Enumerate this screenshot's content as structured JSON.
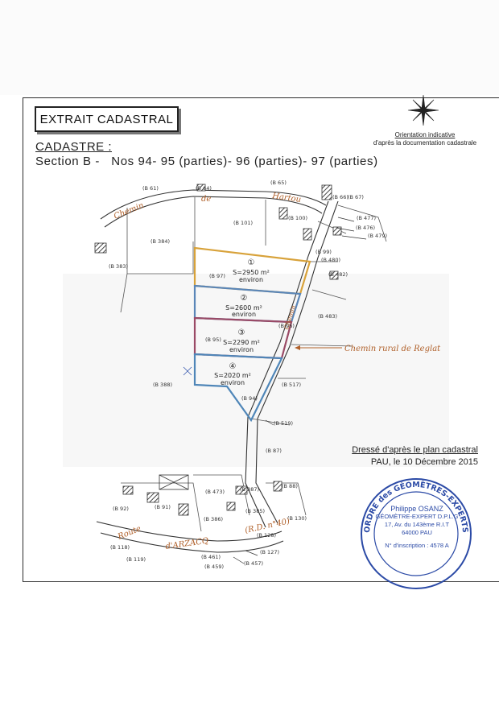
{
  "header": {
    "title": "EXTRAIT CADASTRAL",
    "cadastre_label": "CADASTRE :",
    "section_line": "Section B -   Nos 94- 95 (parties)- 96 (parties)- 97 (parties)",
    "orientation_line1": "Orientation indicative",
    "orientation_line2": "d'après la documentation cadastrale"
  },
  "lots": [
    {
      "number": "①",
      "area": "S=2950 m²",
      "approx": "environ",
      "color": "#d8a23a"
    },
    {
      "number": "②",
      "area": "S=2600 m²",
      "approx": "environ",
      "color": "#5a86b8"
    },
    {
      "number": "③",
      "area": "S=2290 m²",
      "approx": "environ",
      "color": "#9a4a66"
    },
    {
      "number": "④",
      "area": "S=2020 m²",
      "approx": "environ",
      "color": "#4f86b8"
    }
  ],
  "parcel_labels": [
    "(B 61)",
    "(B 64)",
    "(B 65)",
    "(B 66)",
    "(B 67)",
    "(B 101)",
    "(B 100)",
    "(B 477)",
    "(B 476)",
    "(B 479)",
    "(B 384)",
    "(B 99)",
    "(B 480)",
    "(B 383)",
    "(B 97)",
    "(B 482)",
    "(B 483)",
    "(B 96)",
    "(B 95)",
    "(B 388)",
    "(B 517)",
    "(B 94)",
    "(B 519)",
    "(B 87)",
    "(B 473)",
    "(B 387)",
    "(B 88)",
    "(B 92)",
    "(B 91)",
    "(B 386)",
    "(B 385)",
    "(B 130)",
    "(B 118)",
    "(B 128)",
    "(B 119)",
    "(B 461)",
    "(B 127)",
    "(B 459)",
    "(B 457)"
  ],
  "road_labels": {
    "chemin_de_hartou_a": "Chemin",
    "chemin_de_hartou_b": "de",
    "chemin_de_hartou_c": "Hartou",
    "chemin_rural": "Chemin rural de Reglat",
    "route_a": "Route",
    "route_b": "d'ARZACQ",
    "route_c": "(R.D. n°40)",
    "chemin_vertical": "Chemin"
  },
  "footer": {
    "dresse_line1": "Dressé d'après le plan cadastral",
    "dresse_line2": "PAU, le 10 Décembre 2015"
  },
  "stamp": {
    "ring_text": "ORDRE des GÉOMÈTRES-EXPERTS",
    "name": "Philippe OSANZ",
    "title": "GÉOMÈTRE-EXPERT D.P.L.G",
    "address": "17, Av. du 143ème R.I.T",
    "city": "64000 PAU",
    "inscription": "N° d'inscription : 4578 A",
    "color": "#2b4aa6"
  }
}
